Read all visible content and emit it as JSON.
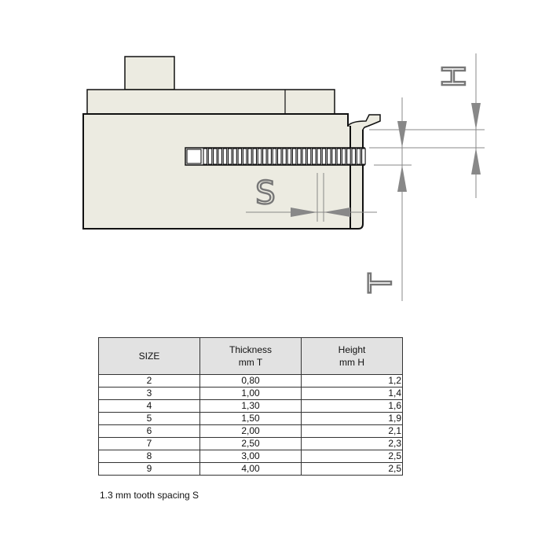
{
  "drawing": {
    "labels": {
      "s": "S",
      "h": "H",
      "t": "T"
    },
    "colors": {
      "body_fill": "#ecebe1",
      "outline": "#111111",
      "dimension": "#888888"
    }
  },
  "table": {
    "headers": {
      "size": "SIZE",
      "thickness": [
        "Thickness",
        "mm T"
      ],
      "height": [
        "Height",
        "mm H"
      ]
    },
    "rows": [
      {
        "size": "2",
        "thickness": "0,80",
        "height": "1,2"
      },
      {
        "size": "3",
        "thickness": "1,00",
        "height": "1,4"
      },
      {
        "size": "4",
        "thickness": "1,30",
        "height": "1,6"
      },
      {
        "size": "5",
        "thickness": "1,50",
        "height": "1,9"
      },
      {
        "size": "6",
        "thickness": "2,00",
        "height": "2,1"
      },
      {
        "size": "7",
        "thickness": "2,50",
        "height": "2,3"
      },
      {
        "size": "8",
        "thickness": "3,00",
        "height": "2,5"
      },
      {
        "size": "9",
        "thickness": "4,00",
        "height": "2,5"
      }
    ]
  },
  "footnote": "1.3 mm tooth spacing S"
}
